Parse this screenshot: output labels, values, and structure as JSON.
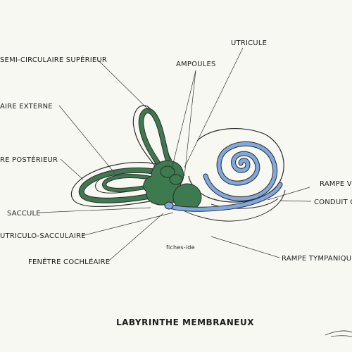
{
  "colors": {
    "background": "#f8f8f3",
    "membrane_green": "#3e7a4f",
    "cochlea_blue": "#7fa8de",
    "outline": "#2b2b2b"
  },
  "labels": {
    "semicircular_superior": "SEMI-CIRCULAIRE SUPÉRIEUR",
    "semicircular_external": "AIRE EXTERNE",
    "semicircular_posterior": "RE POSTÉRIEUR",
    "saccule": "SACCULE",
    "utriculo_saccular": "UTRICULO-SACCULAIRE",
    "round_window": "FENÊTRE COCHLÉAIRE",
    "ampullae": "AMPOULES",
    "utricle": "UTRICULE",
    "scala_vestibuli": "RAMPE VES",
    "cochlear_duct": "CONDUIT C",
    "scala_tympani": "RAMPE TYMPANIQU"
  },
  "watermark": "fiches-ide",
  "title": "LABYRINTHE MEMBRANEUX"
}
